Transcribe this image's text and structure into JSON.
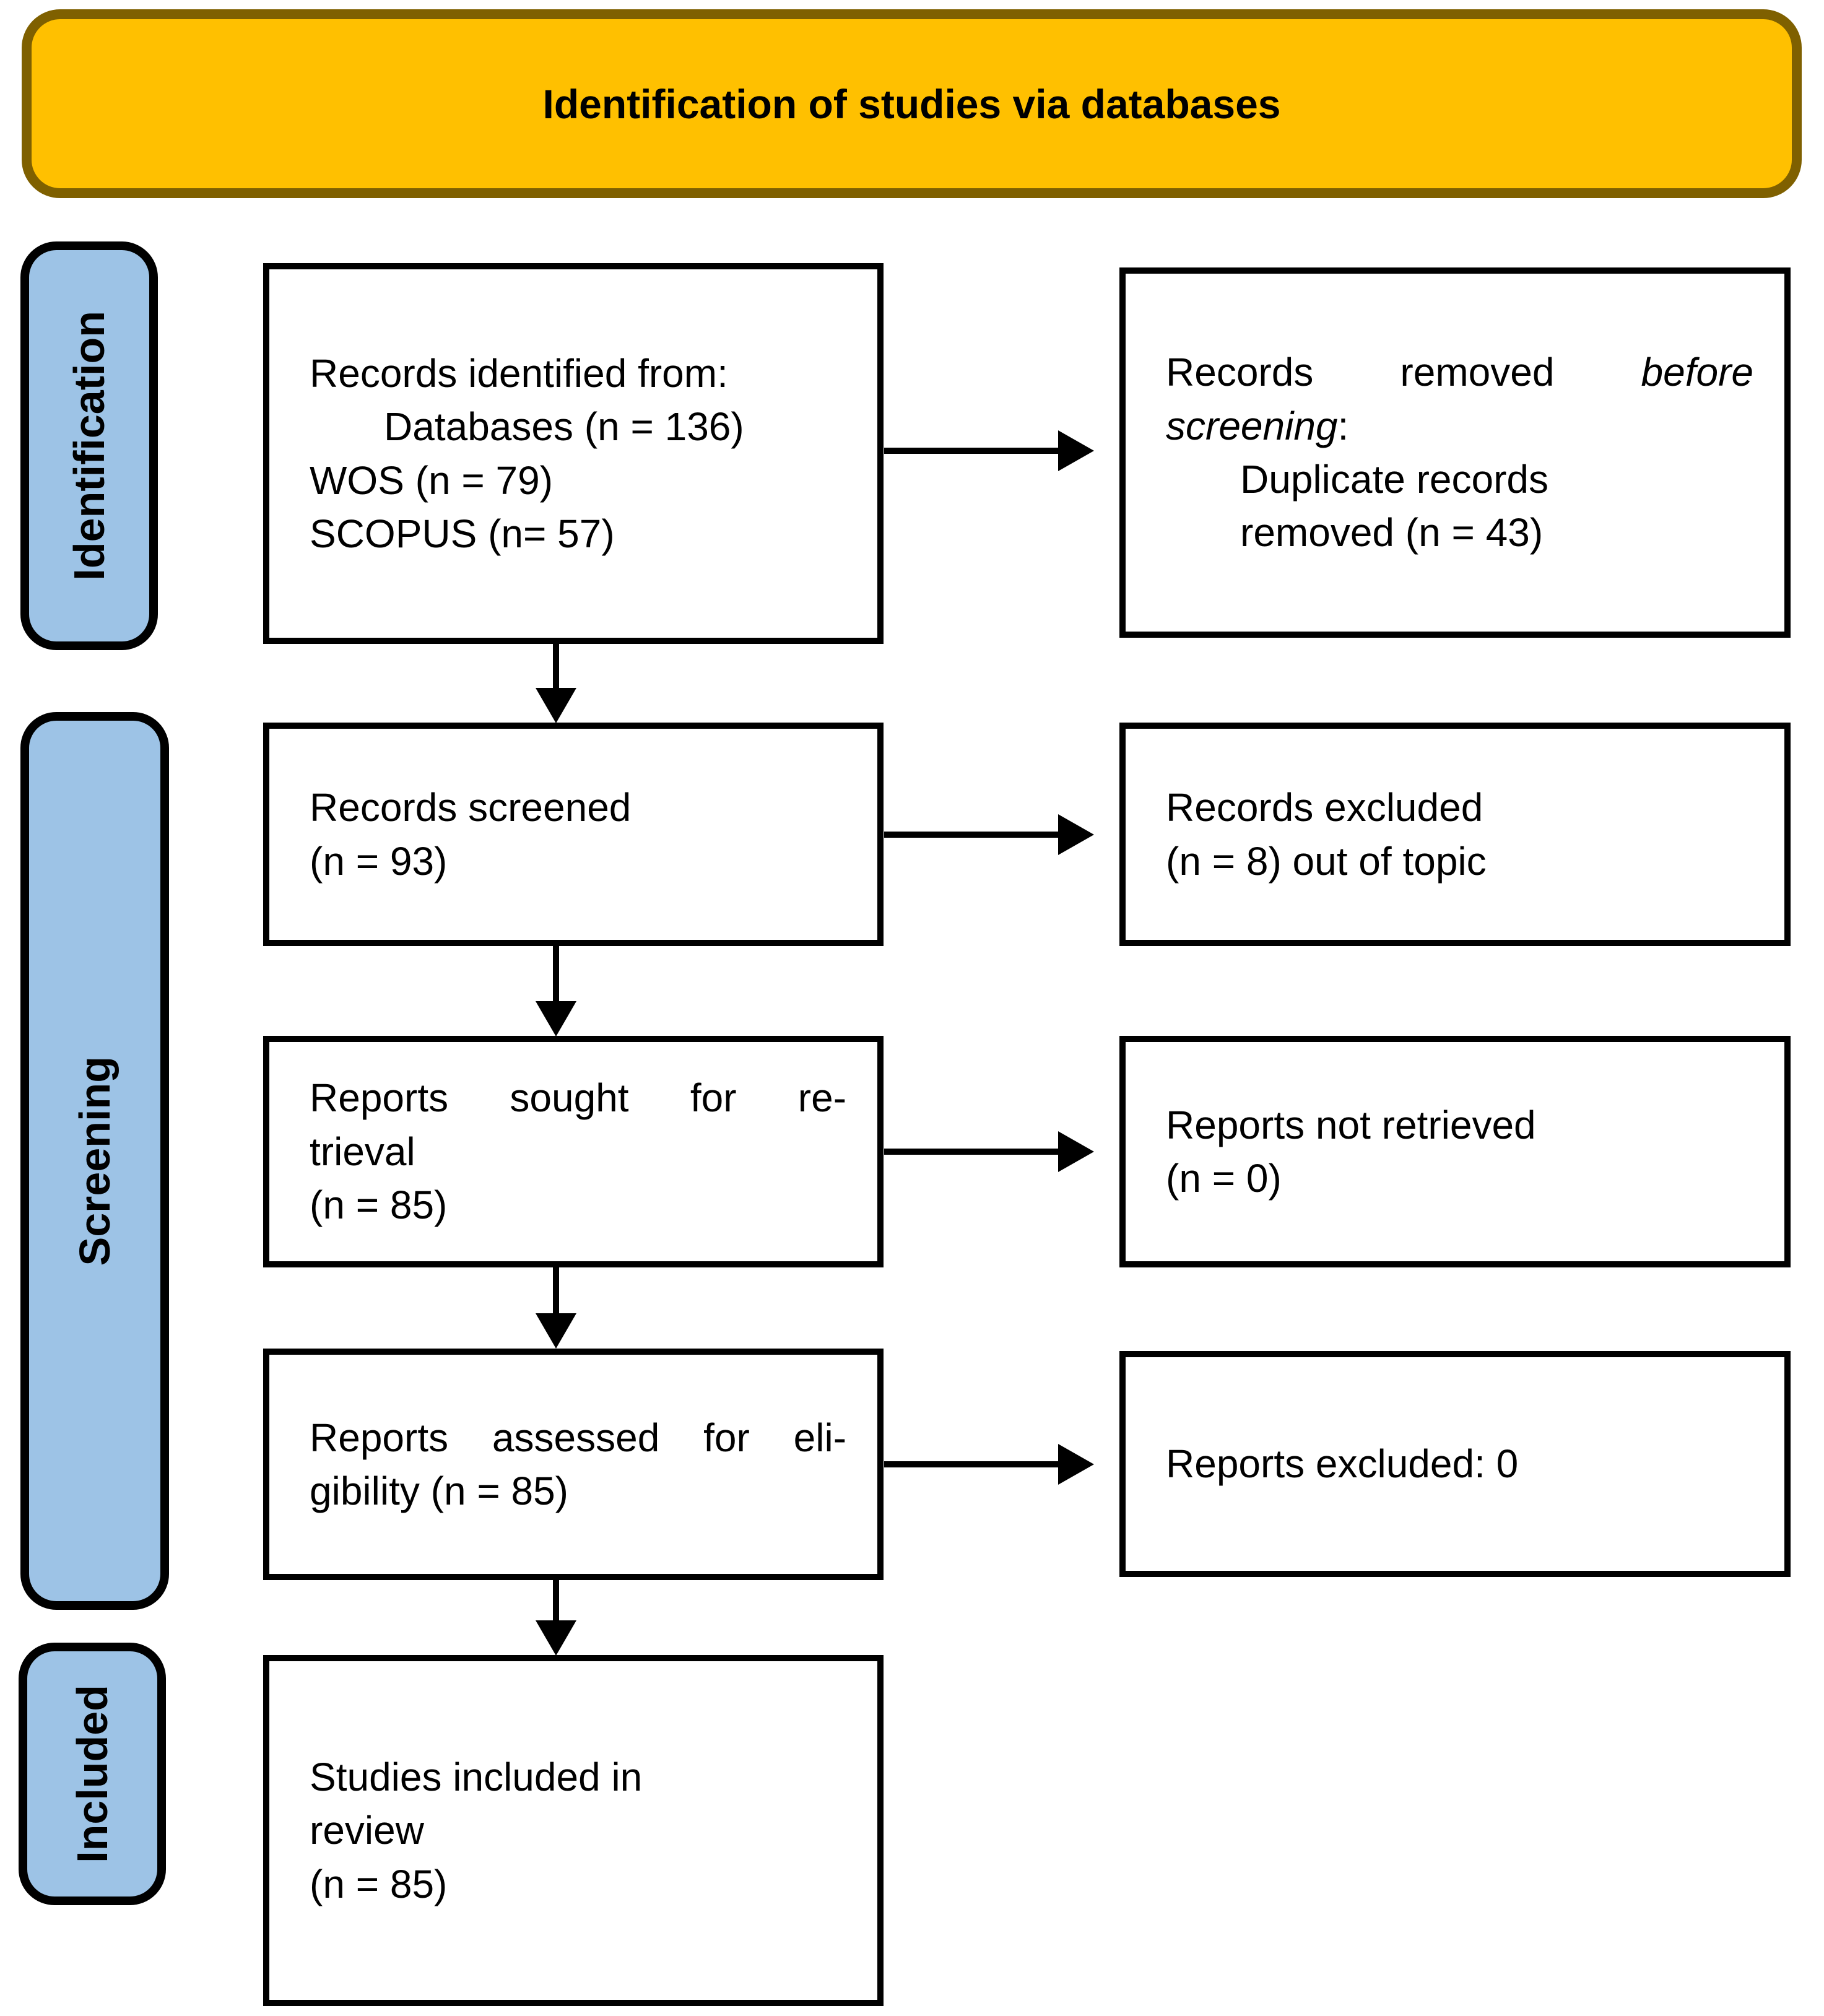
{
  "header": {
    "title": "Identification of studies via databases"
  },
  "side_labels": [
    {
      "id": "identification",
      "label": "Identification"
    },
    {
      "id": "screening",
      "label": "Screening"
    },
    {
      "id": "included",
      "label": "Included"
    }
  ],
  "boxes": {
    "records_identified": {
      "lines": [
        "Records identified from:",
        "Databases (n = 136)",
        "WOS (n = 79)",
        "SCOPUS (n= 57)"
      ]
    },
    "records_removed": {
      "line1_normal": "Records removed",
      "line1_italic": "before",
      "line2_italic": "screening",
      "line2_suffix": ":",
      "indented_lines": [
        "Duplicate records",
        "removed (n = 43)"
      ]
    },
    "records_screened": {
      "lines": [
        "Records screened",
        "(n = 93)"
      ]
    },
    "records_excluded": {
      "lines": [
        "Records excluded",
        "(n = 8) out of topic"
      ]
    },
    "reports_sought": {
      "lines": [
        "Reports sought for re-",
        "trieval",
        "(n = 85)"
      ]
    },
    "reports_not_retrieved": {
      "lines": [
        "Reports not retrieved",
        "(n = 0)"
      ]
    },
    "reports_assessed": {
      "lines": [
        "Reports assessed for eli-",
        "gibility (n = 85)"
      ]
    },
    "reports_excluded": {
      "lines": [
        "Reports excluded: 0"
      ]
    },
    "studies_included": {
      "lines": [
        "Studies included in",
        "review",
        "(n = 85)"
      ]
    }
  },
  "colors": {
    "header_fill": "#FFC000",
    "header_border": "#7F6000",
    "side_label_fill": "#9DC3E6",
    "side_label_border": "#000000",
    "box_fill": "#FFFFFF",
    "box_border": "#000000",
    "arrow": "#000000"
  }
}
